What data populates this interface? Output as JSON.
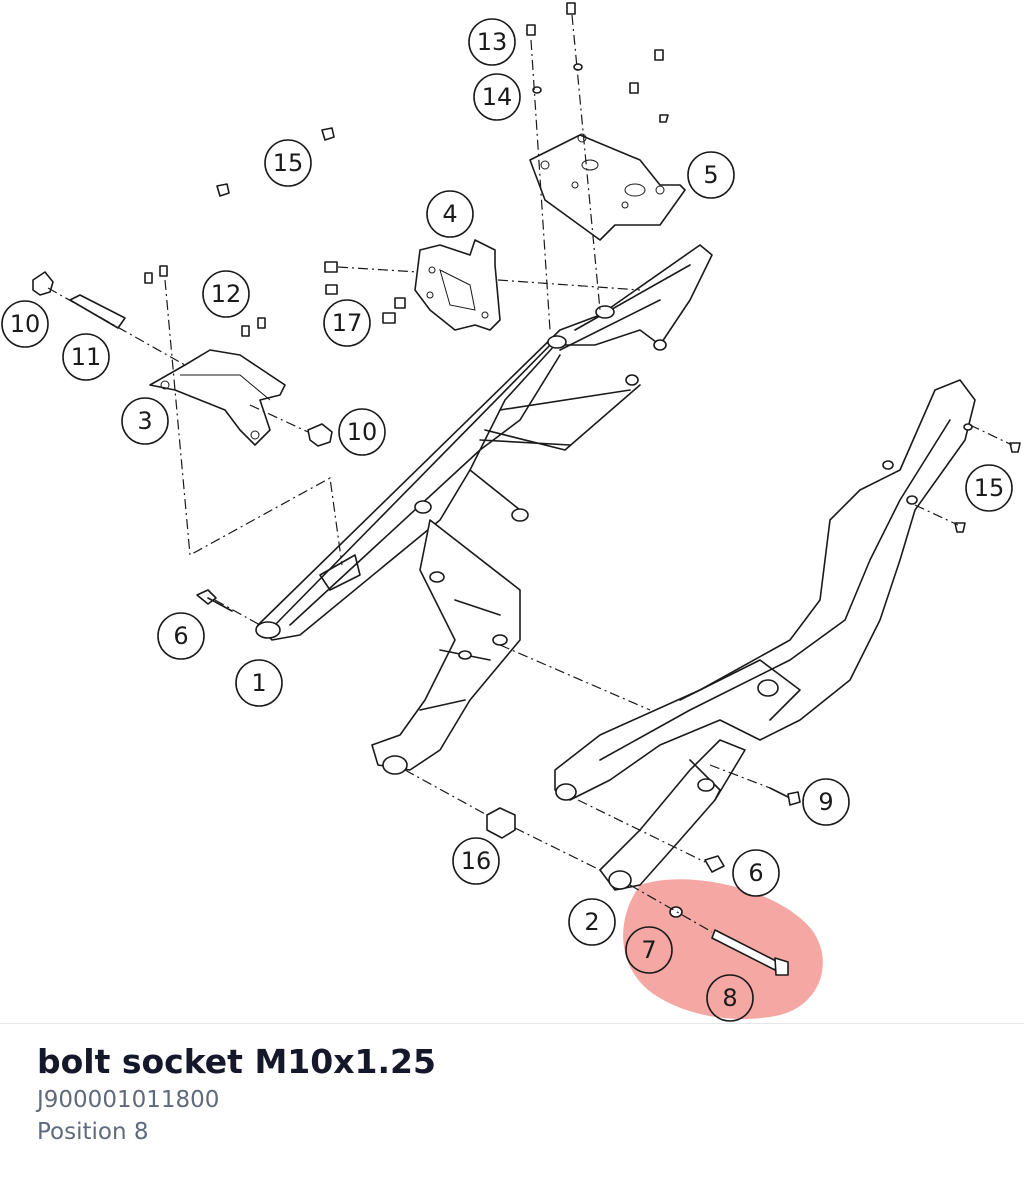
{
  "part": {
    "title": "bolt socket M10x1.25",
    "number": "J900001011800",
    "position": "Position 8"
  },
  "highlight": {
    "color": "#f08a84",
    "position_label": "8"
  },
  "callouts": [
    "13",
    "14",
    "15",
    "5",
    "4",
    "12",
    "10",
    "11",
    "17",
    "3",
    "10",
    "6",
    "1",
    "15",
    "9",
    "16",
    "6",
    "2",
    "7",
    "8"
  ]
}
